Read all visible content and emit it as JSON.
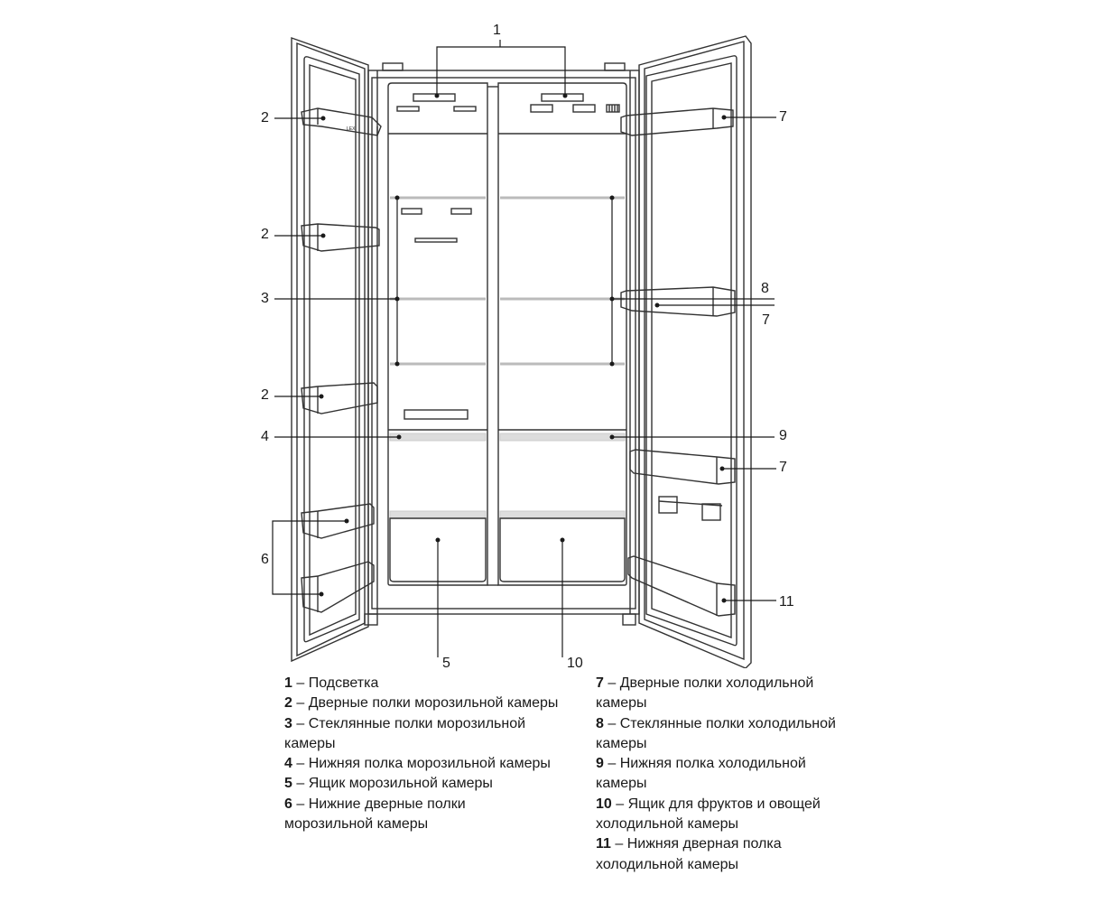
{
  "callouts": {
    "c1": "1",
    "c2a": "2",
    "c2b": "2",
    "c2c": "2",
    "c3": "3",
    "c4": "4",
    "c5": "5",
    "c6": "6",
    "c7a": "7",
    "c7b": "7",
    "c7c": "7",
    "c8": "8",
    "c9": "9",
    "c10": "10",
    "c11": "11"
  },
  "legend": {
    "left": [
      {
        "num": "1",
        "sep": " – ",
        "text": "Подсветка"
      },
      {
        "num": "2",
        "sep": " – ",
        "text": "Дверные полки морозильной камеры"
      },
      {
        "num": "3",
        "sep": " – ",
        "text": "Стеклянные полки морозильной камеры"
      },
      {
        "num": "4",
        "sep": " – ",
        "text": "Нижняя полка морозильной камеры"
      },
      {
        "num": "5",
        "sep": " – ",
        "text": "Ящик морозильной камеры"
      },
      {
        "num": "6",
        "sep": " – ",
        "text": "Нижние дверные полки морозильной камеры"
      }
    ],
    "right": [
      {
        "num": "7",
        "sep": " – ",
        "text": "Дверные полки холодильной камеры"
      },
      {
        "num": "8",
        "sep": " – ",
        "text": "Стеклянные полки холодильной камеры"
      },
      {
        "num": "9",
        "sep": " – ",
        "text": "Нижняя полка холодильной камеры"
      },
      {
        "num": "10",
        "sep": " – ",
        "text": "Ящик для фруктов и овощей холодильной камеры"
      },
      {
        "num": "11",
        "sep": " – ",
        "text": "Нижняя дверная полка холодильной камеры"
      }
    ]
  },
  "door_logo": "LEX"
}
